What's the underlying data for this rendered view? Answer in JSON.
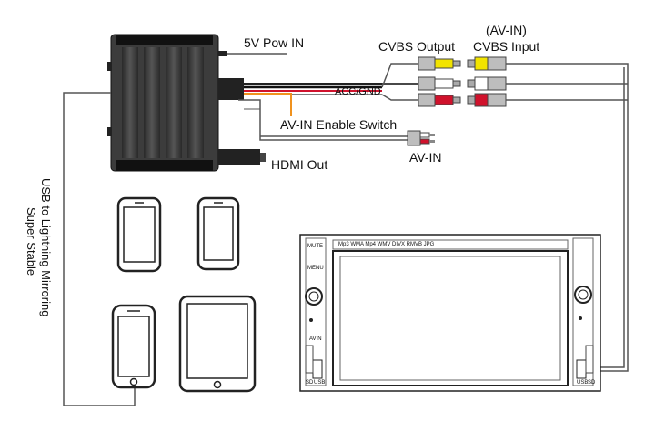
{
  "labels": {
    "power": "5V Pow IN",
    "cvbs_output": "CVBS Output",
    "av_in_paren": "(AV-IN)",
    "cvbs_input": "CVBS Input",
    "acc_gnd": "ACC/GND",
    "av_in_switch": "AV-IN Enable Switch",
    "av_in": "AV-IN",
    "hdmi_out": "HDMI Out",
    "usb_line1": "USB to Lightning Mirroring",
    "usb_line2": "Super Stable"
  },
  "head_unit": {
    "mute": "MUTE",
    "menu": "MENU",
    "formats": "Mp3 WMA Mp4 WMV DIVX RMVB JPG",
    "avin": "AVIN",
    "usb_left": "USB",
    "sd_left": "SD",
    "usb_right": "USB",
    "sd_right": "SD"
  },
  "colors": {
    "wire": "#555555",
    "orange_wire": "#f0921e",
    "red_wire": "#d0122c",
    "yellow_plug": "#f2e400",
    "red_plug": "#d0122c",
    "box": "#3a3a3a"
  }
}
